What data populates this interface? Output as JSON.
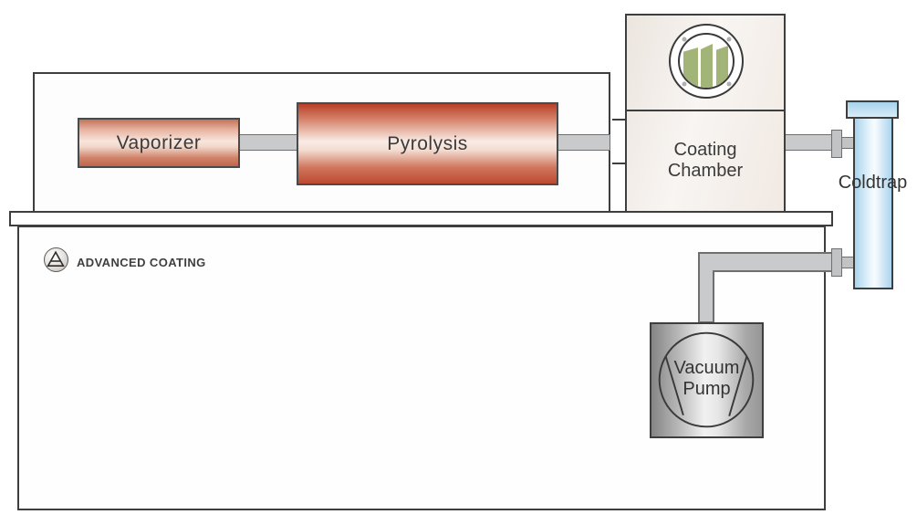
{
  "brand": {
    "name": "ADVANCED COATING"
  },
  "components": {
    "vaporizer": {
      "label": "Vaporizer"
    },
    "pyrolysis": {
      "label": "Pyrolysis"
    },
    "coating_chamber": {
      "line1": "Coating",
      "line2": "Chamber"
    },
    "coldtrap": {
      "label": "Coldtrap"
    },
    "vacuum_pump": {
      "line1": "Vacuum",
      "line2": "Pump"
    }
  },
  "colors": {
    "outline": "#3e3e3e",
    "pipe_gray": "#c9cacc",
    "vaporizer_dark": "#c4735a",
    "vaporizer_light": "#f8e5db",
    "pyrolysis_dark": "#b93f27",
    "pyrolysis_light": "#f9ece5",
    "chamber_fill": "#f1ebe5",
    "window_green": "#a3b478",
    "coldtrap_blue": "#aad4ed",
    "pump_gray_dark": "#8a8a8a",
    "pump_gray_light": "#f1f1f1"
  }
}
